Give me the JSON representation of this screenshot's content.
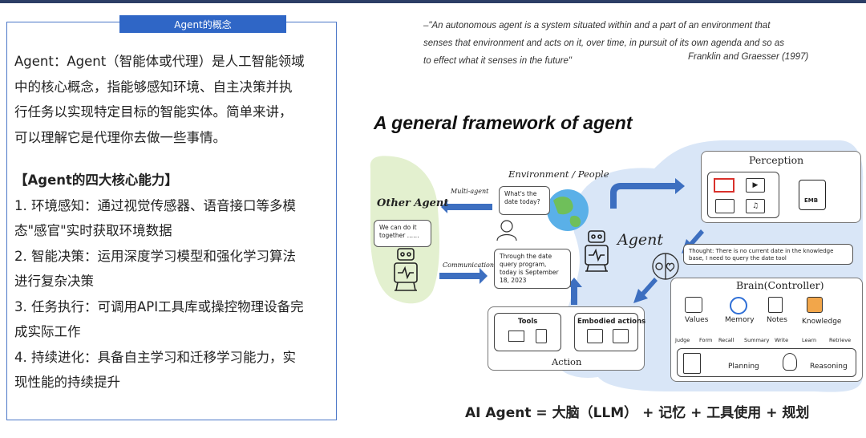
{
  "left": {
    "tab": "Agent的概念",
    "intro": [
      "Agent：Agent（智能体或代理）是人工智能领域",
      "中的核心概念，指能够感知环境、自主决策并执",
      "行任务以实现特定目标的智能实体。简单来讲，",
      "可以理解它是代理你去做一些事情。"
    ],
    "cap_title": "【Agent的四大核心能力】",
    "caps": [
      [
        "1. 环境感知：通过视觉传感器、语音接口等多模",
        "态\"感官\"实时获取环境数据"
      ],
      [
        "2. 智能决策：运用深度学习模型和强化学习算法",
        "进行复杂决策"
      ],
      [
        "3. 任务执行：可调用API工具库或操控物理设备完",
        "成实际工作"
      ],
      [
        "4. 持续进化：具备自主学习和迁移学习能力，实",
        "现性能的持续提升"
      ]
    ]
  },
  "quote": {
    "lines": [
      "–\"An autonomous agent is a system situated within and a part of an environment that",
      "senses that environment and acts on it, over time, in pursuit of its own agenda and so as",
      "to effect what it senses in the future\""
    ],
    "author": "Franklin and Graesser (1997)"
  },
  "framework_title": "A general framework of agent",
  "diagram": {
    "other_agent": "Other Agent",
    "other_bubble": "We can do it together ……",
    "env": "Environment / People",
    "env_bubble": "What's the date today?",
    "multi_agent": "Multi-agent",
    "communication": "Communication",
    "reply_bubble": "Through the date query program, today is September 18, 2023",
    "agent": "Agent",
    "perception": "Perception",
    "emb": "EMB",
    "thought": "Thought: There is no current date in the knowledge base, I need to query the date tool",
    "brain": "Brain(Controller)",
    "brain_items": [
      "Values",
      "Memory",
      "Notes",
      "Knowledge"
    ],
    "brain_verbs": [
      "Judge",
      "Form",
      "Recall",
      "Summary",
      "Write",
      "Learn",
      "Retrieve"
    ],
    "planning": "Planning",
    "reasoning": "Reasoning",
    "tools": "Tools",
    "embodied": "Embodied actions",
    "action": "Action"
  },
  "formula": "AI Agent = 大脑（LLM） + 记忆 + 工具使用 + 规划",
  "colors": {
    "accent": "#2f66c6",
    "blob": "#d9e6f7",
    "other_agent_bg": "#e3f0cf",
    "arrow": "#3d6fc0"
  }
}
